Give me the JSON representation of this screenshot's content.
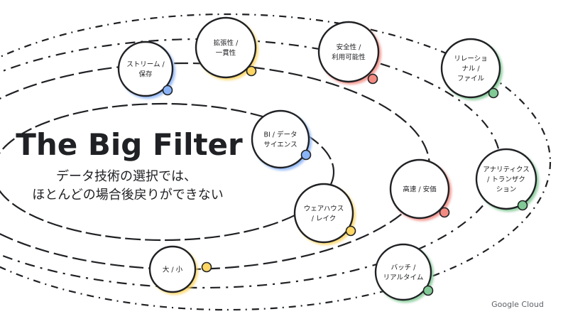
{
  "title": "The Big Filter",
  "subtitle_lines": [
    "データ技術の選択では、",
    "ほとんどの場合後戻りができない"
  ],
  "brand": "Google Cloud",
  "colors": {
    "blue": "#8ab4f8",
    "yellow": "#fdd663",
    "red": "#f28b82",
    "green": "#81c995",
    "text": "#202124",
    "muted": "#5f6368"
  },
  "nodes": [
    {
      "id": "stream",
      "lines": [
        "ストリーム /",
        "保存"
      ],
      "accent": "blue"
    },
    {
      "id": "scale",
      "lines": [
        "拡張性 /",
        "一貫性"
      ],
      "accent": "yellow"
    },
    {
      "id": "secure",
      "lines": [
        "安全性 /",
        "利用可能性"
      ],
      "accent": "red"
    },
    {
      "id": "relational",
      "lines": [
        "リレーショ",
        "ナル /",
        "ファイル"
      ],
      "accent": "green"
    },
    {
      "id": "bi",
      "lines": [
        "BI / データ",
        "サイエンス"
      ],
      "accent": "blue"
    },
    {
      "id": "fast",
      "lines": [
        "高速 / 安価"
      ],
      "accent": "red"
    },
    {
      "id": "analytics",
      "lines": [
        "アナリティクス",
        "/ トランザク",
        "ション"
      ],
      "accent": "green"
    },
    {
      "id": "warehouse",
      "lines": [
        "ウェアハウス",
        "/ レイク"
      ],
      "accent": "yellow"
    },
    {
      "id": "size",
      "lines": [
        "大 / 小"
      ],
      "accent": "yellow"
    },
    {
      "id": "batch",
      "lines": [
        "バッチ /",
        "リアルタイム"
      ],
      "accent": "green"
    }
  ]
}
